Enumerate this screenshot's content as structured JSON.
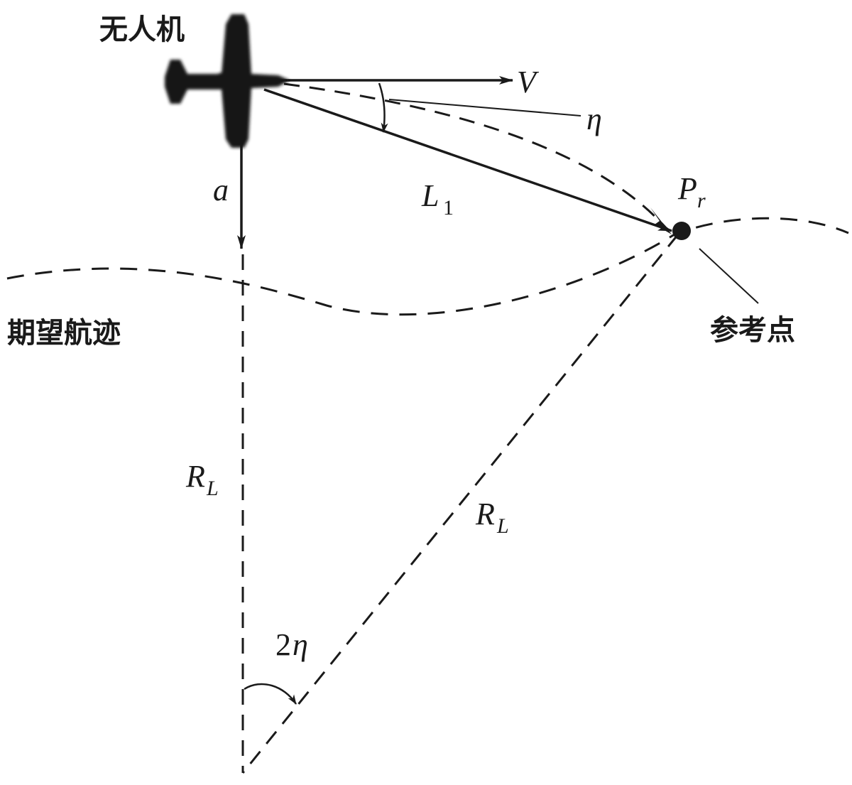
{
  "labels": {
    "uav": "无人机",
    "velocity": "V",
    "eta": "η",
    "accel": "a",
    "l1_main": "L",
    "l1_sub": "1",
    "pr_main": "P",
    "pr_sub": "r",
    "desired_path": "期望航迹",
    "reference_point": "参考点",
    "rl_left_main": "R",
    "rl_left_sub": "L",
    "rl_diag_main": "R",
    "rl_diag_sub": "L",
    "two_eta_coef": "2",
    "two_eta_sym": "η"
  },
  "colors": {
    "ink": "#1a1a1a",
    "background": "#ffffff"
  },
  "icons": {
    "uav": "airplane-silhouette-icon",
    "reference": "filled-dot-icon"
  }
}
